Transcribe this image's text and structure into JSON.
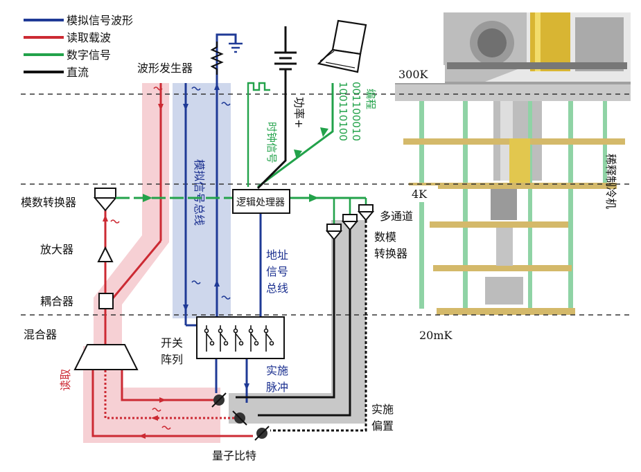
{
  "colors": {
    "analog": "#1f3a96",
    "readout": "#cc2a33",
    "digital": "#22a24a",
    "dc": "#111111",
    "blue_band": "#c9d3ea",
    "red_band": "#f4c8cc",
    "gray_band": "#c8c8c8",
    "rail": "#8fd3a5",
    "plate": "#d4b96a"
  },
  "legend": [
    {
      "label": "模拟信号波形",
      "color": "#1f3a96"
    },
    {
      "label": "读取载波",
      "color": "#cc2a33"
    },
    {
      "label": "数字信号",
      "color": "#22a24a"
    },
    {
      "label": "直流",
      "color": "#111111"
    }
  ],
  "temperatures": {
    "t300": "300K",
    "t4": "4K",
    "t20m": "20mK"
  },
  "labels": {
    "awg": "波形发生器",
    "adc": "模数转换器",
    "amplifier": "放大器",
    "coupler": "耦合器",
    "mixer": "混合器",
    "switch": "开关阵列",
    "analog_bus": "模拟信号总线",
    "logic": "逻辑处理器",
    "address_bus": "地址信号总线",
    "pulse": "实施脉冲",
    "multi": "多通道",
    "dac": "数模转换器",
    "bias": "实施偏置",
    "qubit": "量子比特",
    "readout": "读取",
    "clock": "时钟信号",
    "power": "功率+",
    "bits1": "100110100",
    "bits2": "001100010",
    "program": "编程",
    "fridge": "稀释制冷机"
  },
  "icons": [
    "ground-icon",
    "resistor-icon",
    "battery-icon",
    "laptop-icon",
    "switch-icon"
  ]
}
